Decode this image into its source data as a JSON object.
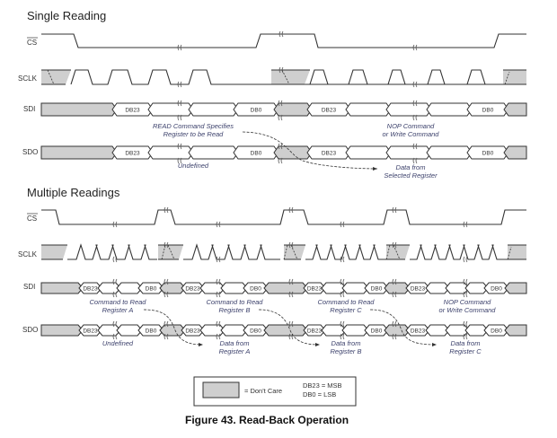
{
  "sections": {
    "single": {
      "title": "Single Reading",
      "signals": {
        "cs": "CS",
        "sclk": "SCLK",
        "sdi": "SDI",
        "sdo": "SDO"
      },
      "sdi_bits": [
        "DB23",
        "DB0",
        "DB23",
        "DB0"
      ],
      "sdo_bits": [
        "DB23",
        "DB0",
        "DB23",
        "DB0"
      ],
      "notes": {
        "sdi_first": [
          "READ Command Specifies",
          "Register to be Read"
        ],
        "sdi_second": [
          "NOP Command",
          "or Write Command"
        ],
        "sdo_first": [
          "Undefined"
        ],
        "sdo_second": [
          "Data from",
          "Selected Register"
        ]
      }
    },
    "multiple": {
      "title": "Multiple Readings",
      "signals": {
        "cs": "CS",
        "sclk": "SCLK",
        "sdi": "SDI",
        "sdo": "SDO"
      },
      "sdi_bits": [
        "DB23",
        "DB0",
        "DB23",
        "DB0",
        "DB23",
        "DB0",
        "DB23",
        "DB0"
      ],
      "sdo_bits": [
        "DB23",
        "DB0",
        "DB23",
        "DB0",
        "DB23",
        "DB0",
        "DB23",
        "DB0"
      ],
      "notes": {
        "sdi": [
          [
            "Command to Read",
            "Register A"
          ],
          [
            "Command to Read",
            "Register B"
          ],
          [
            "Command to Read",
            "Register C"
          ],
          [
            "NOP Command",
            "or Write Command"
          ]
        ],
        "sdo": [
          [
            "Undefined"
          ],
          [
            "Data from",
            "Register A"
          ],
          [
            "Data from",
            "Register B"
          ],
          [
            "Data from",
            "Register C"
          ]
        ]
      }
    }
  },
  "legend": {
    "dont_care": "= Don't Care",
    "msb": "DB23 = MSB",
    "lsb": "DB0 = LSB",
    "dont_care_color": "#cfcfcf"
  },
  "caption": "Figure 43. Read-Back Operation"
}
